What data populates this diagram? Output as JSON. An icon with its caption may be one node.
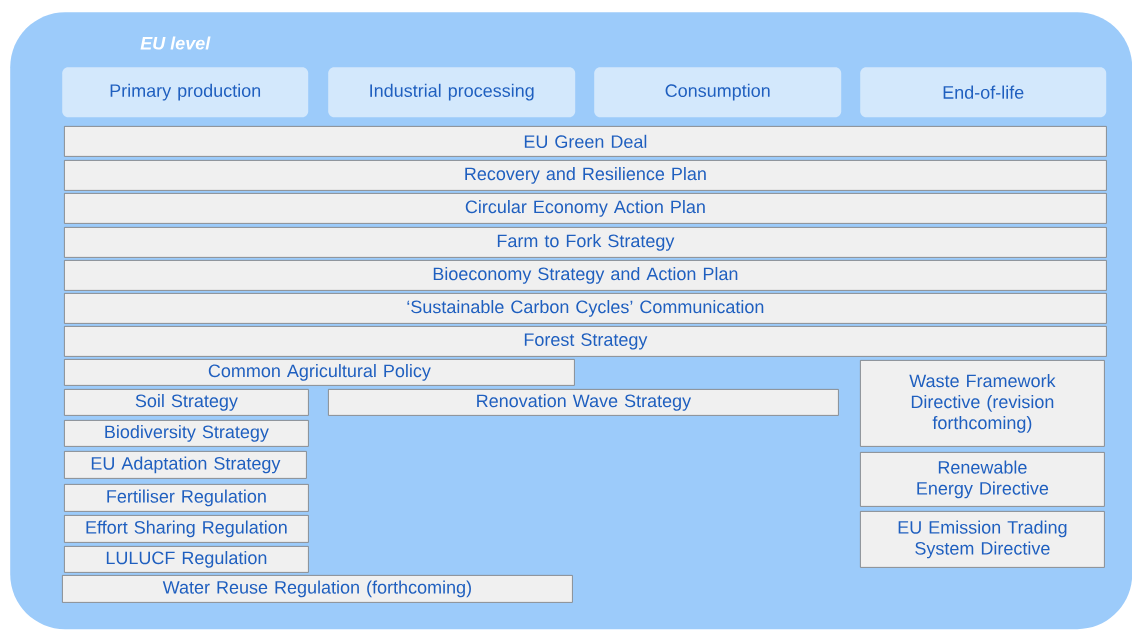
{
  "diagram": {
    "nodes": [
      {
        "text": [
          "EU level"
        ]
      },
      {
        "text": [
          "Primary production"
        ],
        "in": 0
      },
      {
        "text": [
          "Industrial processing"
        ],
        "in": 0
      },
      {
        "text": [
          "Consumption"
        ],
        "in": 0
      },
      {
        "text": [
          "End-of-life"
        ],
        "in": 0
      },
      {
        "text": [
          "EU Green Deal"
        ],
        "in": 0
      },
      {
        "text": [
          "Recovery and Resilience Plan"
        ],
        "in": 0
      },
      {
        "text": [
          "Circular Economy Action Plan"
        ],
        "in": 0
      },
      {
        "text": [
          "Farm to Fork Strategy"
        ],
        "in": 0
      },
      {
        "text": [
          "Bioeconomy Strategy and Action Plan"
        ],
        "in": 0
      },
      {
        "text": [
          "‘Sustainable Carbon Cycles’ Communication"
        ],
        "in": 0
      },
      {
        "text": [
          "Forest Strategy"
        ],
        "in": 0
      },
      {
        "text": [
          "Common Agricultural Policy"
        ],
        "in": 0
      },
      {
        "text": [
          "Waste Framework Directive (revision forthcoming)"
        ],
        "in": 0
      },
      {
        "text": [
          "Soil Strategy"
        ],
        "in": 0
      },
      {
        "text": [
          "Renovation Wave Strategy"
        ],
        "in": 0
      },
      {
        "text": [
          "Biodiversity Strategy"
        ],
        "in": 0
      },
      {
        "text": [
          "EU Adaptation Strategy"
        ],
        "in": 0
      },
      {
        "text": [
          "Renewable Energy Directive"
        ],
        "in": 0
      },
      {
        "text": [
          "Fertiliser Regulation"
        ],
        "in": 0
      },
      {
        "text": [
          "Effort Sharing Regulation"
        ],
        "in": 0
      },
      {
        "text": [
          "EU Emission Trading System Directive"
        ],
        "in": 0
      },
      {
        "text": [
          "LULUCF Regulation"
        ],
        "in": 0
      },
      {
        "text": [
          "Water Reuse Regulation (forthcoming)"
        ],
        "in": 0
      }
    ]
  }
}
